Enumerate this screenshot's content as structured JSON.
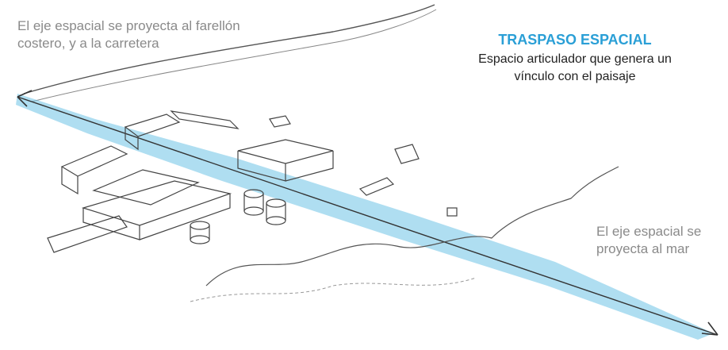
{
  "annotations": {
    "top_left": {
      "line1": "El eje espacial se proyecta  al farellón",
      "line2": "costero, y a la carretera"
    },
    "right": {
      "line1": "El eje espacial se",
      "line2": "proyecta  al mar"
    }
  },
  "title_block": {
    "title": "TRASPASO ESPACIAL",
    "subtitle_line1": "Espacio articulador que genera un",
    "subtitle_line2": "vínculo con el paisaje"
  },
  "colors": {
    "axis_band": "#6ec3e6",
    "title": "#2a9fd6",
    "annotation": "#8a8a8a",
    "sketch_line": "#444444"
  }
}
